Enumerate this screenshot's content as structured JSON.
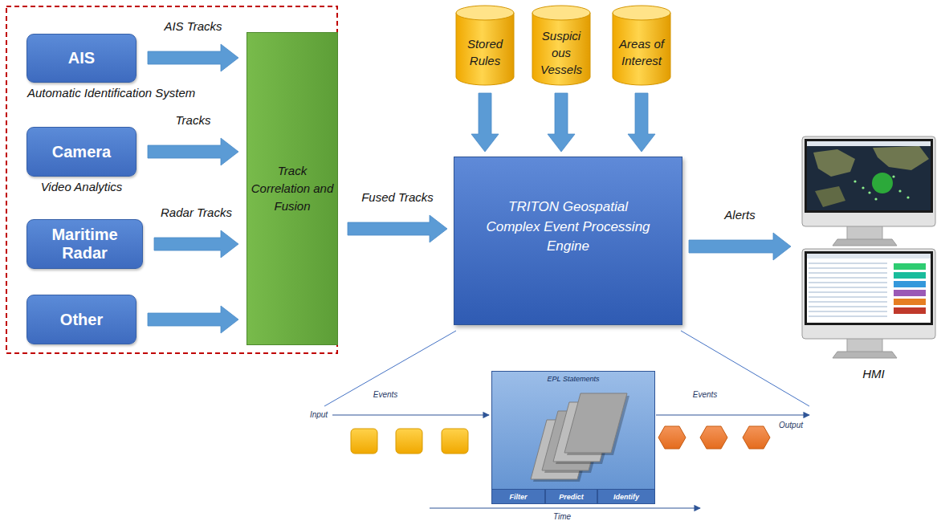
{
  "diagram": {
    "nodes": [
      {
        "text": [
          "AIS",
          "Automatic Identification System"
        ]
      },
      {
        "text": [
          "Camera",
          "Video Analytics"
        ]
      },
      {
        "text": [
          "Maritime Radar"
        ]
      },
      {
        "text": [
          "Other"
        ]
      },
      {
        "text": [
          "Track Correlation and Fusion"
        ]
      },
      {
        "text": [
          "Stored Rules"
        ]
      },
      {
        "text": [
          "Suspici ous Vessels"
        ]
      },
      {
        "text": [
          "Areas of Interest"
        ]
      },
      {
        "text": [
          "TRITON Geospatial Complex Event Processing Engine"
        ]
      },
      {
        "text": [
          "HMI"
        ]
      },
      {
        "text": [
          "EPL Statements"
        ]
      },
      {
        "text": [
          "Filter"
        ],
        "in": 10
      },
      {
        "text": [
          "Predict"
        ],
        "in": 10
      },
      {
        "text": [
          "Identify"
        ],
        "in": 10
      }
    ],
    "edges": [
      {
        "from": 0,
        "to": 4,
        "label": "AIS Tracks",
        "arrow": "to"
      },
      {
        "from": 1,
        "to": 4,
        "label": "Tracks",
        "arrow": "to"
      },
      {
        "from": 2,
        "to": 4,
        "label": "Radar Tracks",
        "arrow": "to"
      },
      {
        "from": 3,
        "to": 4,
        "arrow": "to"
      },
      {
        "from": 4,
        "to": 8,
        "label": "Fused Tracks",
        "arrow": "to"
      },
      {
        "from": 5,
        "to": 8,
        "arrow": "to"
      },
      {
        "from": 6,
        "to": 8,
        "arrow": "to"
      },
      {
        "from": 7,
        "to": 8,
        "arrow": "to"
      },
      {
        "from": 8,
        "to": 9,
        "label": "Alerts",
        "arrow": "to"
      }
    ],
    "labels": [
      "Input",
      "Events",
      "Events",
      "Output",
      "Time"
    ]
  }
}
